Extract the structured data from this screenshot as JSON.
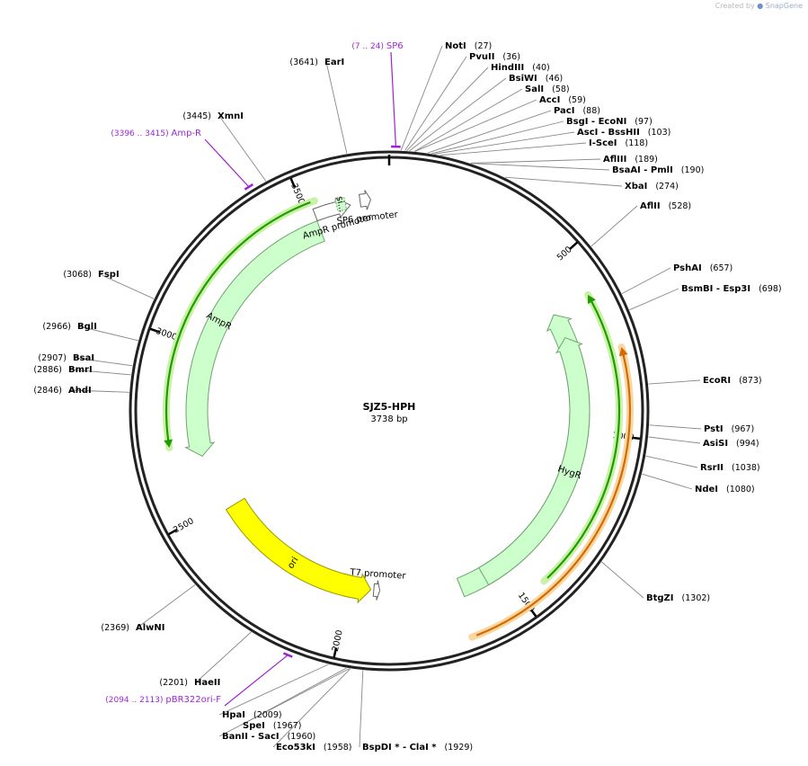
{
  "watermark": {
    "prefix": "Created by",
    "brand": "SnapGene"
  },
  "plasmid": {
    "name": "SJZ5-HPH",
    "length_label": "3738 bp",
    "length": 3738
  },
  "ticks": [
    {
      "bp": 500,
      "label": "500"
    },
    {
      "bp": 1000,
      "label": "1000"
    },
    {
      "bp": 1500,
      "label": "1500"
    },
    {
      "bp": 2000,
      "label": "2000"
    },
    {
      "bp": 2500,
      "label": "2500"
    },
    {
      "bp": 3000,
      "label": "3000"
    },
    {
      "bp": 3500,
      "label": "3500"
    }
  ],
  "features": [
    {
      "name": "AmpR",
      "label": "AmpR",
      "start": 2662,
      "end": 3522,
      "direction": "reverse",
      "color": "#ccffcc",
      "stroke": "#6fa36f"
    },
    {
      "name": "AmpR promoter",
      "label": "AmpR promoter",
      "start": 3523,
      "end": 3627,
      "direction": "forward",
      "color": "#ffffff",
      "stroke": "#666666"
    },
    {
      "name": "signal",
      "label": "si…",
      "start": 3589,
      "end": 3614,
      "direction": "none",
      "color": "#ccffcc",
      "stroke": "#6fa36f"
    },
    {
      "name": "SP6 promoter",
      "label": "SP6 promoter",
      "start": 3656,
      "end": 3686,
      "direction": "forward",
      "color": "#ffffff",
      "stroke": "#666666"
    },
    {
      "name": "HygR",
      "label": "HygR",
      "start": 620,
      "end": 1640,
      "direction": "reverse",
      "color": "#ccffcc",
      "stroke": "#6fa36f"
    },
    {
      "name": "HygR",
      "label": "HygR",
      "start": 700,
      "end": 1560,
      "direction": "reverse",
      "color": "#ccffcc",
      "stroke": "#6fa36f"
    },
    {
      "name": "ori",
      "label": "ori",
      "start": 1930,
      "end": 2480,
      "direction": "reverse",
      "color": "#ffff00",
      "stroke": "#999900"
    },
    {
      "name": "T7 promoter",
      "label": "T7 promoter",
      "start": 1900,
      "end": 1920,
      "direction": "reverse",
      "color": "#ffffff",
      "stroke": "#666666"
    }
  ],
  "orf_arcs": [
    {
      "start": 620,
      "end": 1430,
      "direction": "reverse",
      "color": "#1f9d00",
      "glow": "#c9f2a8"
    },
    {
      "start": 775,
      "end": 1660,
      "direction": "reverse",
      "color": "#d46a00",
      "glow": "#f8d7a0"
    },
    {
      "start": 2705,
      "end": 3535,
      "direction": "reverse",
      "color": "#1f9d00",
      "glow": "#c9f2a8"
    }
  ],
  "primers": [
    {
      "range": "(7 .. 24)",
      "name": "SP6",
      "bp": 15
    },
    {
      "range": "(3396 .. 3415)",
      "name": "Amp-R",
      "bp": 3405
    },
    {
      "range": "(2094 .. 2113)",
      "name": "pBR322ori-F",
      "bp": 2103
    }
  ],
  "sites": [
    {
      "name": "NotI",
      "pos": "(27)",
      "bp": 27
    },
    {
      "name": "PvuII",
      "pos": "(36)",
      "bp": 36
    },
    {
      "name": "HindIII",
      "pos": "(40)",
      "bp": 40
    },
    {
      "name": "BsiWI",
      "pos": "(46)",
      "bp": 46
    },
    {
      "name": "SalI",
      "pos": "(58)",
      "bp": 58
    },
    {
      "name": "AccI",
      "pos": "(59)",
      "bp": 59
    },
    {
      "name": "PacI",
      "pos": "(88)",
      "bp": 88
    },
    {
      "name": "BsgI   - EcoNI",
      "pos": "(97)",
      "bp": 97
    },
    {
      "name": "AscI   - BssHII",
      "pos": "(103)",
      "bp": 103
    },
    {
      "name": "I-SceI",
      "pos": "(118)",
      "bp": 118
    },
    {
      "name": "AflIII",
      "pos": "(189)",
      "bp": 189
    },
    {
      "name": "BsaAI   - PmlI",
      "pos": "(190)",
      "bp": 190
    },
    {
      "name": "XbaI",
      "pos": "(274)",
      "bp": 274
    },
    {
      "name": "AflII",
      "pos": "(528)",
      "bp": 528
    },
    {
      "name": "PshAI",
      "pos": "(657)",
      "bp": 657
    },
    {
      "name": "BsmBI   - Esp3I",
      "pos": "(698)",
      "bp": 698
    },
    {
      "name": "EcoRI",
      "pos": "(873)",
      "bp": 873
    },
    {
      "name": "PstI",
      "pos": "(967)",
      "bp": 967
    },
    {
      "name": "AsiSI",
      "pos": "(994)",
      "bp": 994
    },
    {
      "name": "RsrII",
      "pos": "(1038)",
      "bp": 1038
    },
    {
      "name": "NdeI",
      "pos": "(1080)",
      "bp": 1080
    },
    {
      "name": "BtgZI",
      "pos": "(1302)",
      "bp": 1302
    },
    {
      "name": "BspDI *   - ClaI *",
      "pos": "(1929)",
      "bp": 1929
    },
    {
      "name": "Eco53kI",
      "pos": "(1958)",
      "bp": 1958
    },
    {
      "name": "BanII   - SacI",
      "pos": "(1960)",
      "bp": 1960
    },
    {
      "name": "SpeI",
      "pos": "(1967)",
      "bp": 1967
    },
    {
      "name": "HpaI",
      "pos": "(2009)",
      "bp": 2009
    },
    {
      "name": "HaeII",
      "pos": "(2201)",
      "bp": 2201
    },
    {
      "name": "AlwNI",
      "pos": "(2369)",
      "bp": 2369
    },
    {
      "name": "AhdI",
      "pos": "(2846)",
      "bp": 2846
    },
    {
      "name": "BmrI",
      "pos": "(2886)",
      "bp": 2886
    },
    {
      "name": "BsaI",
      "pos": "(2907)",
      "bp": 2907
    },
    {
      "name": "BglI",
      "pos": "(2966)",
      "bp": 2966
    },
    {
      "name": "FspI",
      "pos": "(3068)",
      "bp": 3068
    },
    {
      "name": "XmnI",
      "pos": "(3445)",
      "bp": 3445
    },
    {
      "name": "EarI",
      "pos": "(3641)",
      "bp": 3641
    }
  ]
}
